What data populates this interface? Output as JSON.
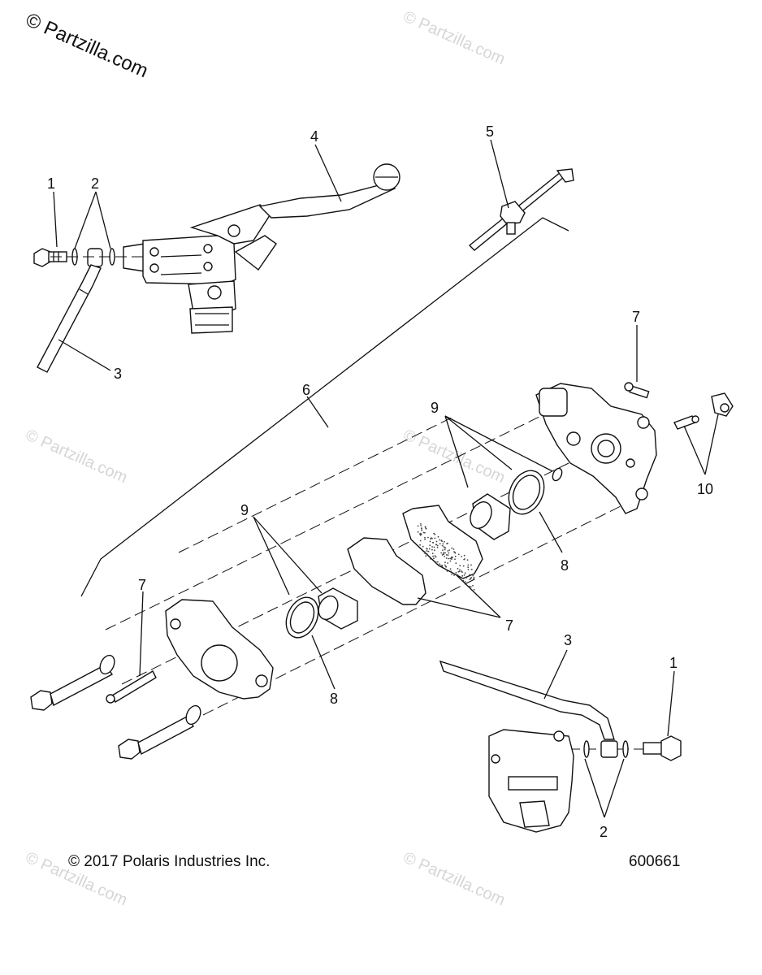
{
  "watermarks": {
    "primary": "© Partzilla.com",
    "faint": "© Partzilla.com"
  },
  "callouts": {
    "c1a": "1",
    "c2a": "2",
    "c3a": "3",
    "c4": "4",
    "c5": "5",
    "c6": "6",
    "c7a": "7",
    "c9a": "9",
    "c10": "10",
    "c8a": "8",
    "c9b": "9",
    "c7b": "7",
    "c7c": "7",
    "c8b": "8",
    "c3b": "3",
    "c1b": "1",
    "c2b": "2"
  },
  "footer": {
    "copyright": "© 2017 Polaris Industries Inc.",
    "diagram_id": "600661"
  },
  "colors": {
    "line": "#111111",
    "watermark": "#d6d6d6",
    "pad_speckle": "#444444"
  }
}
